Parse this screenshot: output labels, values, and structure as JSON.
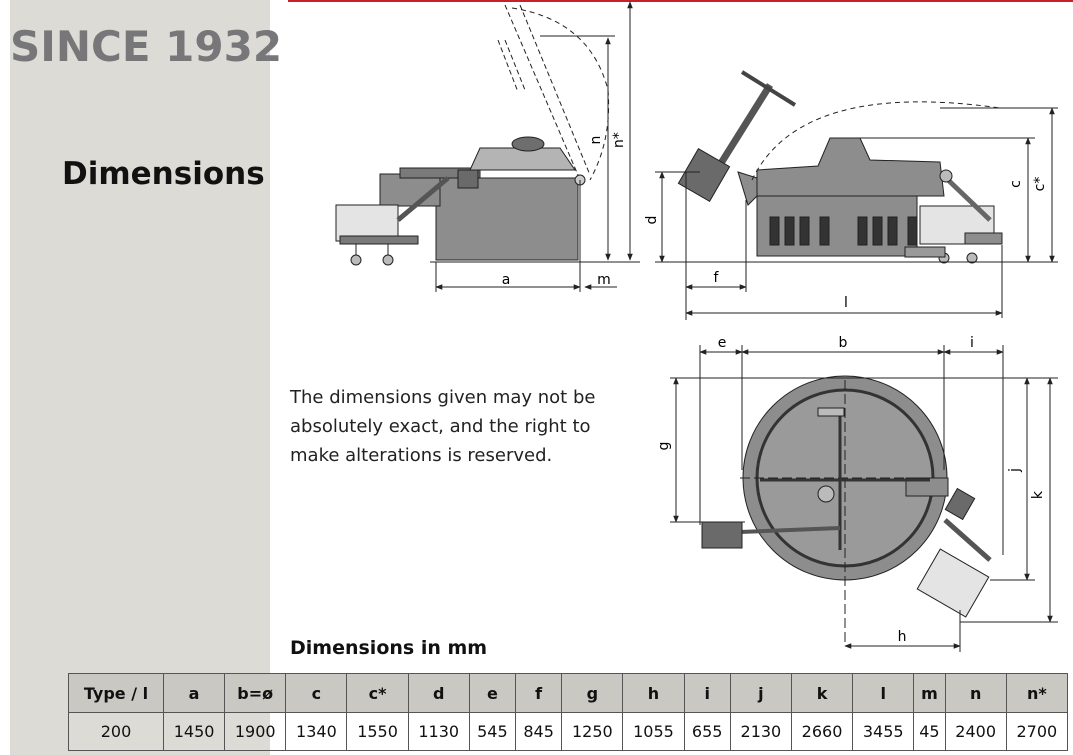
{
  "brand": "SINCE 1932",
  "section_title": "Dimensions",
  "note": "The dimensions given may not be absolutely exact, and the right to make alterations is reserved.",
  "table": {
    "title": "Dimensions in mm",
    "headers": [
      "Type / l",
      "a",
      "b=ø",
      "c",
      "c*",
      "d",
      "e",
      "f",
      "g",
      "h",
      "i",
      "j",
      "k",
      "l",
      "m",
      "n",
      "n*"
    ],
    "rows": [
      [
        "200",
        "1450",
        "1900",
        "1340",
        "1550",
        "1130",
        "545",
        "845",
        "1250",
        "1055",
        "655",
        "2130",
        "2660",
        "3455",
        "45",
        "2400",
        "2700"
      ]
    ]
  },
  "drawing_labels": {
    "side": {
      "a": "a",
      "m": "m",
      "n": "n",
      "n_star": "n*"
    },
    "front": {
      "d": "d",
      "f": "f",
      "l": "l",
      "c": "c",
      "c_star": "c*"
    },
    "top": {
      "e": "e",
      "b": "b",
      "i": "i",
      "g": "g",
      "j": "j",
      "k": "k",
      "h": "h"
    }
  },
  "colors": {
    "accent_line": "#c8202a",
    "machine_fill": "#8f8f8f",
    "sidebar": "#dcdbd5",
    "table_header": "#c9c8c2"
  }
}
